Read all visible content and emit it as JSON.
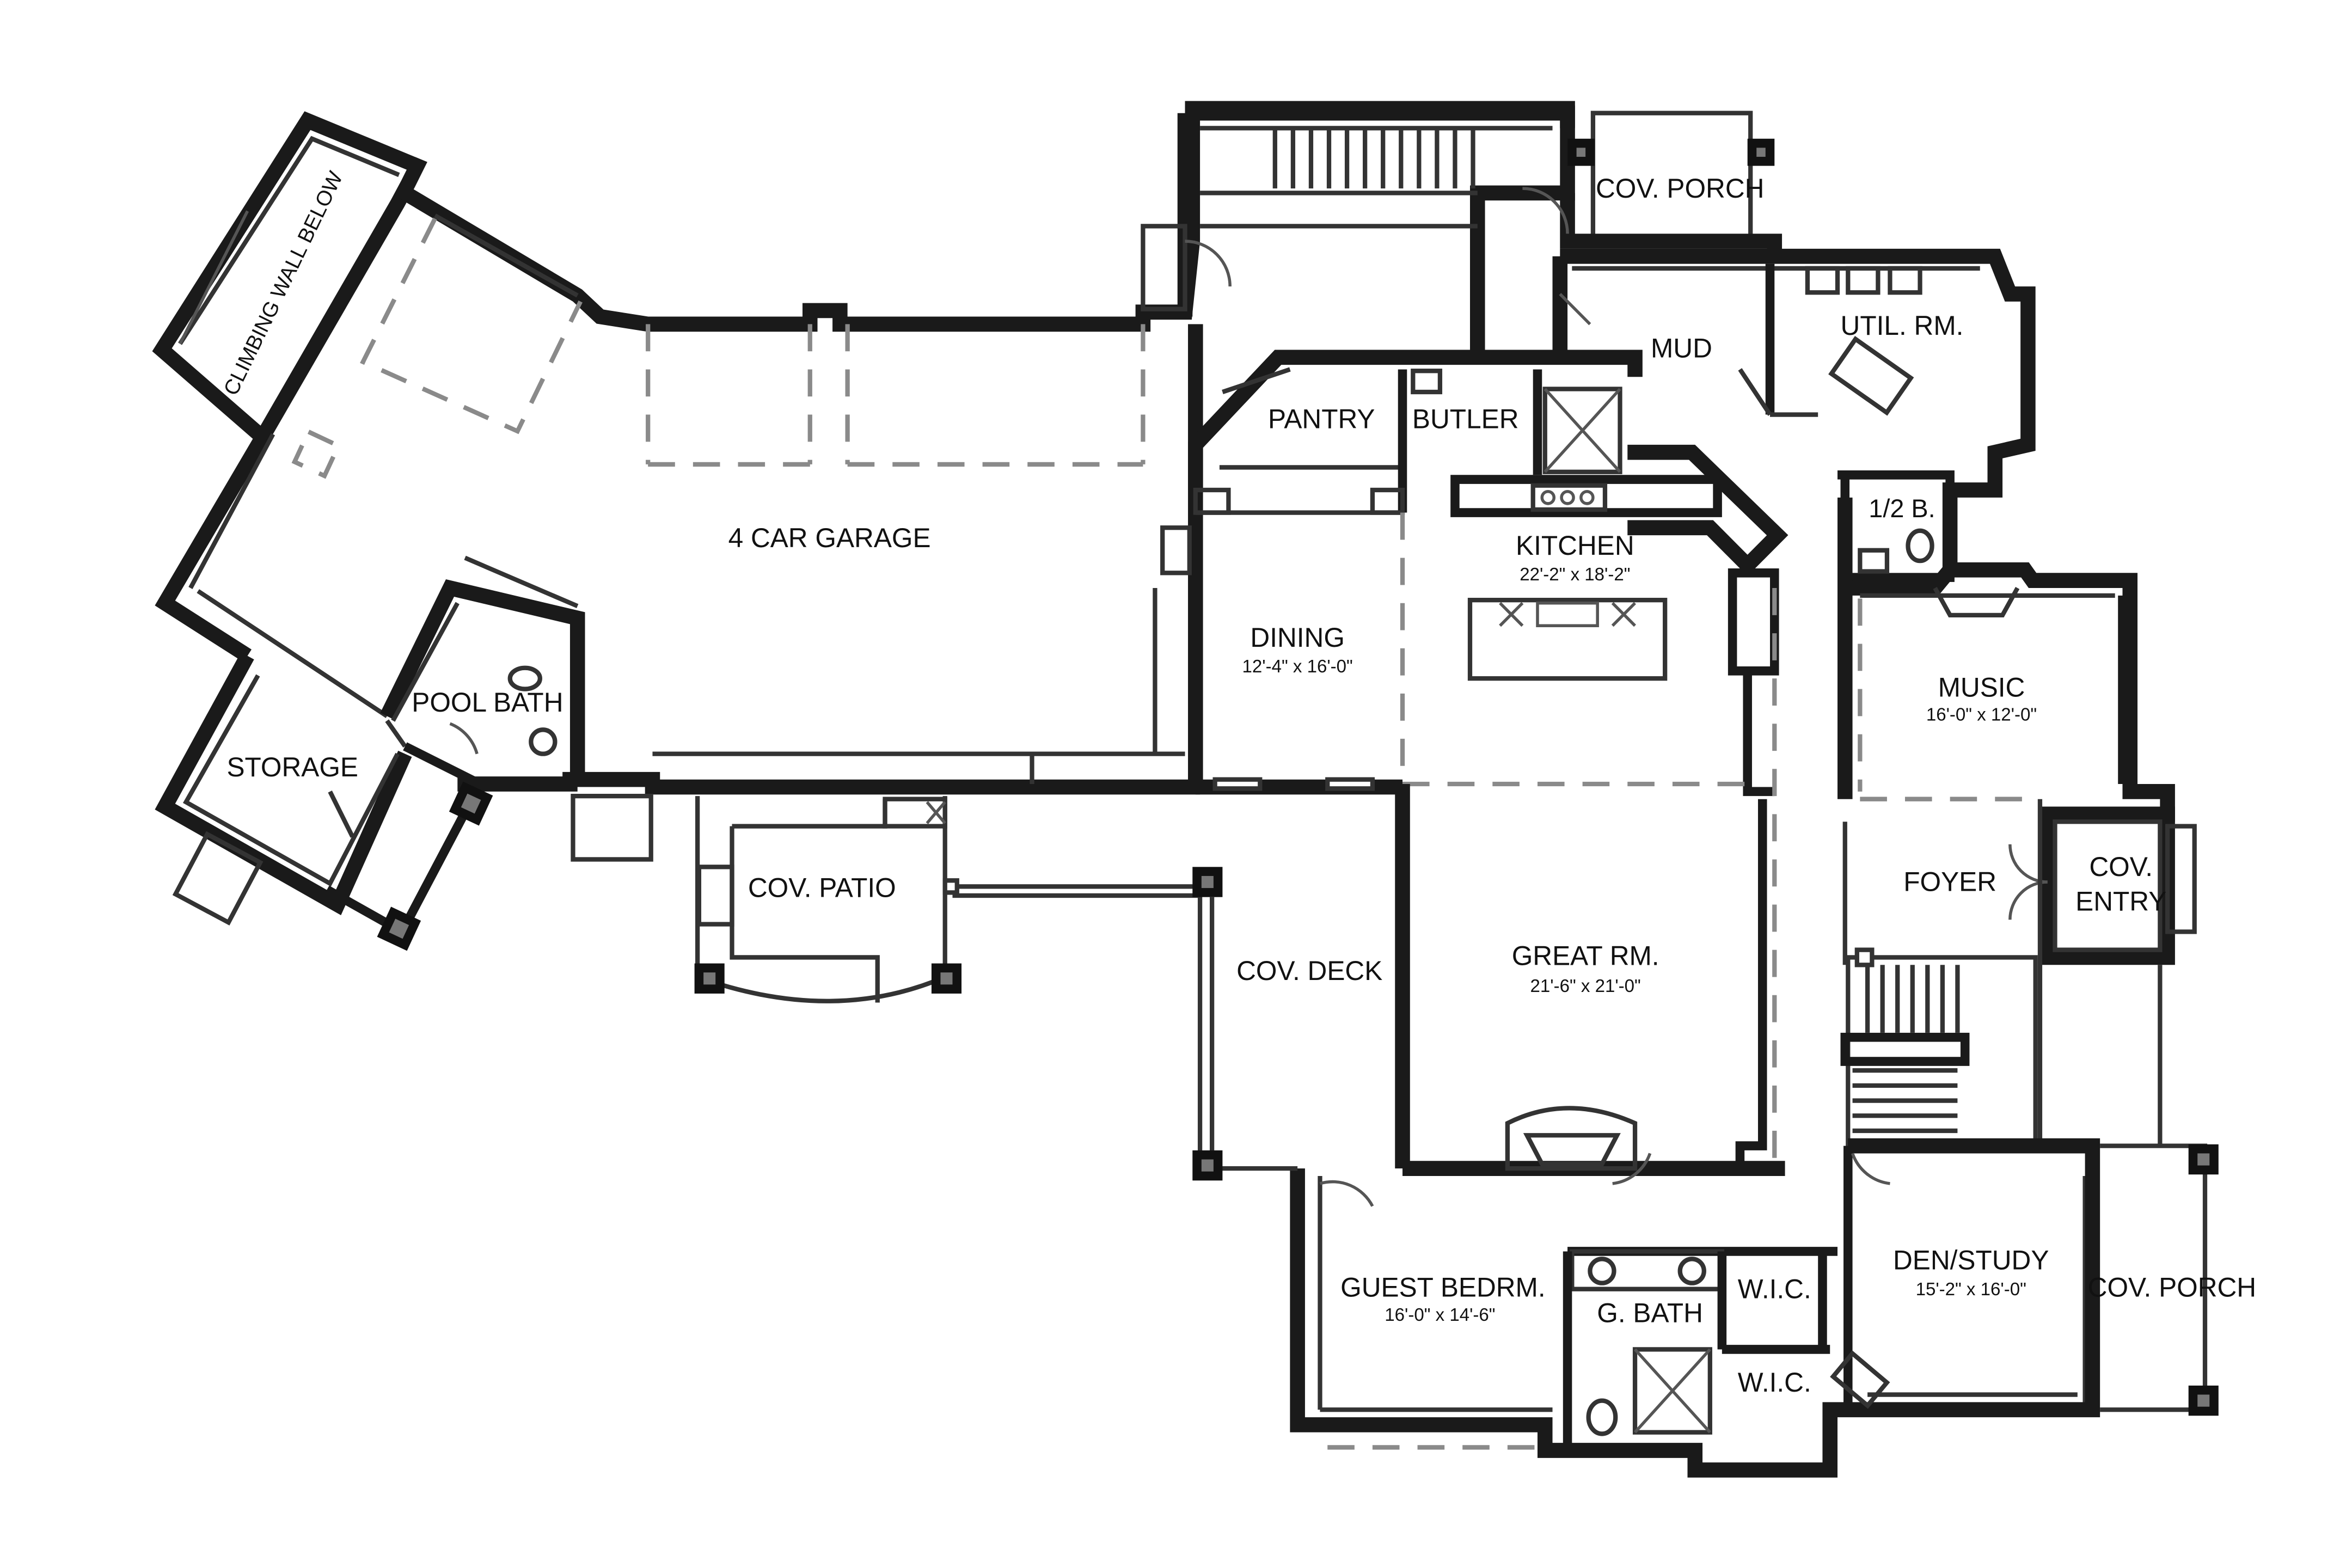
{
  "plan": {
    "rooms": {
      "climbing_wall": "CLIMBING WALL BELOW",
      "garage": "4 CAR GARAGE",
      "pool_bath": "POOL BATH",
      "storage": "STORAGE",
      "cov_patio": "COV. PATIO",
      "cov_porch_top": "COV. PORCH",
      "mud": "MUD",
      "util": "UTIL. RM.",
      "pantry": "PANTRY",
      "butler": "BUTLER",
      "half_bath": "1/2 B.",
      "kitchen": "KITCHEN",
      "kitchen_dim": "22'-2\" x 18'-2\"",
      "dining": "DINING",
      "dining_dim": "12'-4\" x 16'-0\"",
      "music": "MUSIC",
      "music_dim": "16'-0\" x 12'-0\"",
      "foyer": "FOYER",
      "cov_entry_1": "COV.",
      "cov_entry_2": "ENTRY",
      "cov_deck": "COV. DECK",
      "great_rm": "GREAT RM.",
      "great_rm_dim": "21'-6\" x 21'-0\"",
      "guest_bedrm": "GUEST BEDRM.",
      "guest_bedrm_dim": "16'-0\" x 14'-6\"",
      "g_bath": "G. BATH",
      "wic_1": "W.I.C.",
      "wic_2": "W.I.C.",
      "den_study": "DEN/STUDY",
      "den_study_dim": "15'-2\" x 16'-0\"",
      "cov_porch_right": "COV. PORCH"
    }
  }
}
